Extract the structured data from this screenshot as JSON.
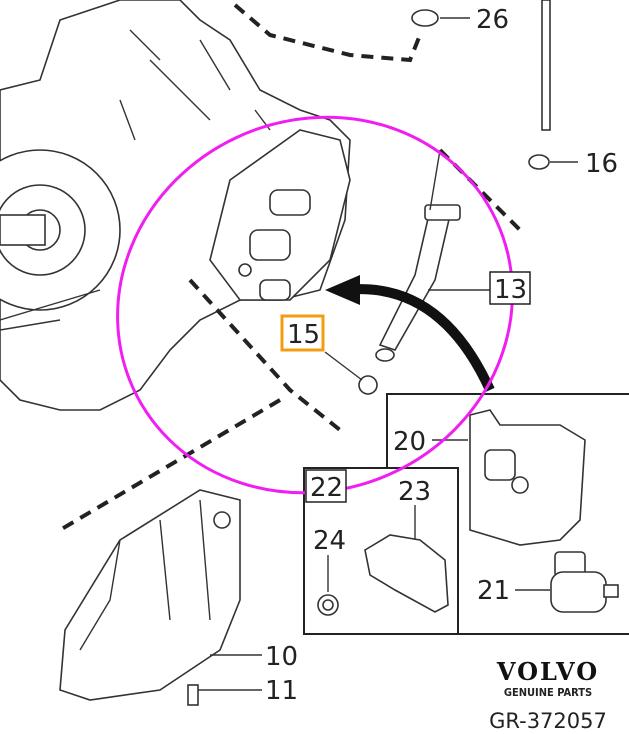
{
  "diagram": {
    "callouts": [
      {
        "id": "26",
        "label": "26"
      },
      {
        "id": "16",
        "label": "16"
      },
      {
        "id": "13",
        "label": "13"
      },
      {
        "id": "15",
        "label": "15"
      },
      {
        "id": "20",
        "label": "20"
      },
      {
        "id": "22",
        "label": "22"
      },
      {
        "id": "23",
        "label": "23"
      },
      {
        "id": "24",
        "label": "24"
      },
      {
        "id": "21",
        "label": "21"
      },
      {
        "id": "10",
        "label": "10"
      },
      {
        "id": "11",
        "label": "11"
      }
    ],
    "highlight_color": "#f01ef0",
    "selected_callout_color": "#f39c12",
    "selected_callout": "15"
  },
  "branding": {
    "logo": "VOLVO",
    "tagline": "GENUINE PARTS",
    "drawing_number": "GR-372057"
  }
}
